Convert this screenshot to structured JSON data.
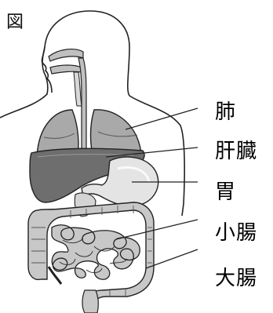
{
  "figure_label": "図",
  "labels": {
    "lung": "肺",
    "liver": "肝臓",
    "stomach": "胃",
    "small_intestine": "小腸",
    "large_intestine": "大腸"
  },
  "colors": {
    "outline": "#222222",
    "lung": "#a9a9a9",
    "liver": "#6e6e6e",
    "stomach": "#e4e4e4",
    "intestine": "#c8c8c8",
    "airway": "#c0c0c0"
  }
}
